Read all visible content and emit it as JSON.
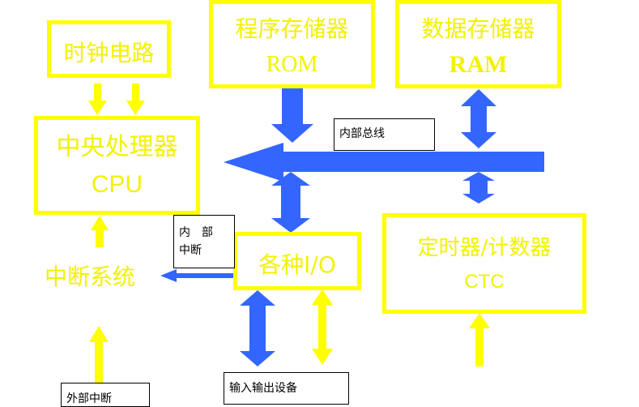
{
  "colors": {
    "box_border": "#ffff00",
    "box_text": "#f2f200",
    "bus_arrow": "#3366ff",
    "yellow_arrow": "#ffff00",
    "note_border": "#000000"
  },
  "blocks": {
    "clock": {
      "line1": "时钟电路"
    },
    "rom": {
      "line1": "程序存储器",
      "line2": "ROM"
    },
    "ram": {
      "line1": "数据存储器",
      "line2": "RAM"
    },
    "cpu": {
      "line1": "中央处理器",
      "line2": "CPU"
    },
    "io": {
      "line1": "各种I/O"
    },
    "ctc": {
      "line1": "定时器/计数器",
      "line2": "CTC"
    },
    "interrupt": {
      "line1": "中断系统"
    }
  },
  "notes": {
    "internal_bus": "内部总线",
    "internal_interrupt_line1": "内　部",
    "internal_interrupt_line2": "中断",
    "io_devices": "输入输出设备",
    "external_interrupt": "外部中断"
  }
}
